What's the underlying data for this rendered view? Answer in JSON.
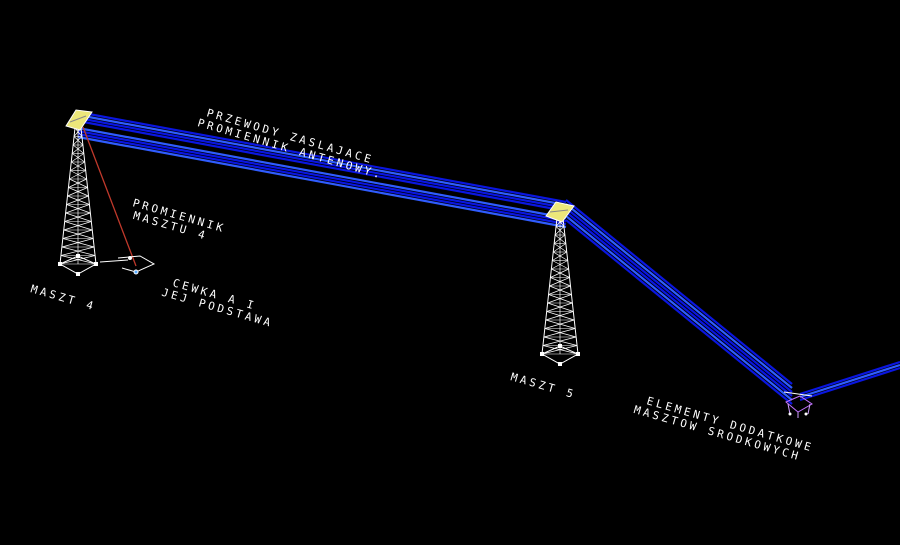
{
  "colors": {
    "background": "#000000",
    "cable": "#0a16e0",
    "cable_highlight": "#2f5cff",
    "tower": "#ffffff",
    "cap": "#ece77a",
    "guy_wire": "#c0392b"
  },
  "labels": {
    "cables_line1": "PRZEWODY ZASLAJACE",
    "cables_line2": "PROMIENNIK ANTENOWY.",
    "radiator_line1": "PROMIENNIK",
    "radiator_line2": "MASZTU 4",
    "coil_line1": "CEWKA A I",
    "coil_line2": "JEJ PODSTAWA",
    "mast4": "MASZT 4",
    "mast5": "MASZT 5",
    "elements_line1": "ELEMENTY DODATKOWE",
    "elements_line2": "MASZTOW SRODKOWYCH"
  }
}
